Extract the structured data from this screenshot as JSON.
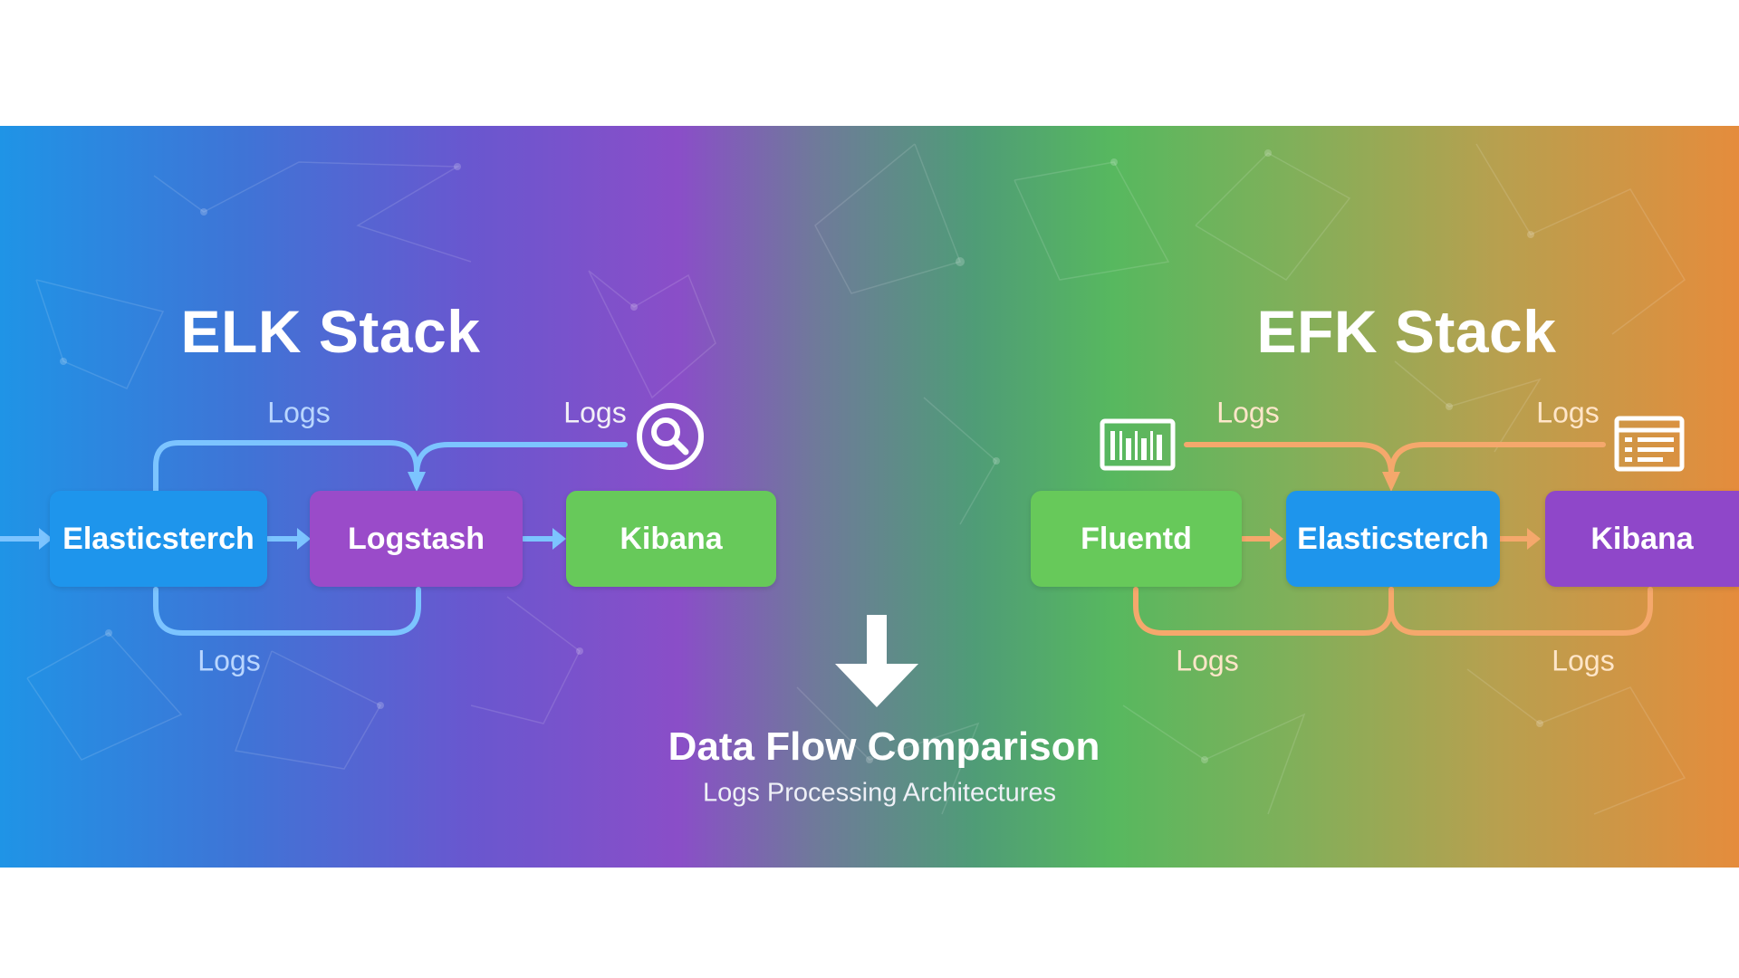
{
  "elk": {
    "title": "ELK Stack",
    "nodes": [
      "Elasticsterch",
      "Logstash",
      "Kibana"
    ],
    "logs_top_left": "Logs",
    "logs_top_right": "Logs",
    "logs_bottom": "Logs",
    "icon": "search-icon"
  },
  "efk": {
    "title": "EFK Stack",
    "nodes": [
      "Fluentd",
      "Elasticsterch",
      "Kibana"
    ],
    "logs_top_left": "Logs",
    "logs_top_right": "Logs",
    "logs_bottom_left": "Logs",
    "logs_bottom_right": "Logs",
    "icons": [
      "barcode-icon",
      "document-list-icon"
    ]
  },
  "center": {
    "title": "Data Flow Comparison",
    "subtitle": "Logs Processing Architectures",
    "icon": "down-arrow-icon"
  },
  "colors": {
    "blue": "#1e95ec",
    "purple": "#9a4bc9",
    "green": "#67c95a",
    "elk_line": "#7cc4ff",
    "efk_line": "#f5a86c"
  }
}
